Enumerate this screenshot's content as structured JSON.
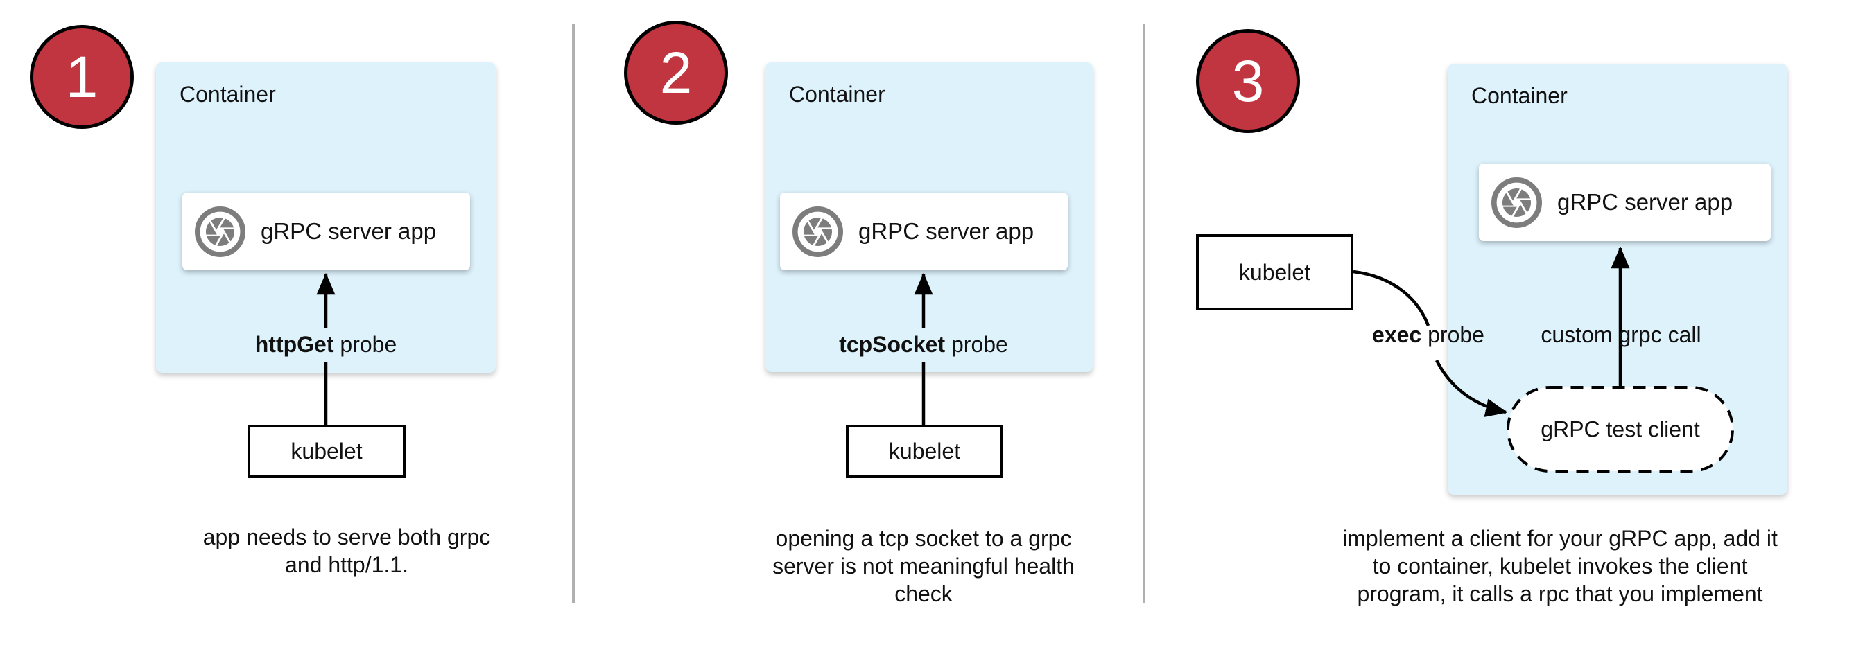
{
  "diagram_title": "gRPC health check probe options",
  "colors": {
    "badge_fill": "#c13540",
    "badge_text": "#ffffff",
    "container_fill": "#def2fc",
    "app_box_fill": "#ffffff",
    "icon_gray": "#7d7d7d",
    "divider_gray": "#b0b0b0",
    "line_black": "#000000"
  },
  "panels": [
    {
      "badge": "1",
      "container_label": "Container",
      "app_box": {
        "icon": "camera-aperture-icon",
        "label": "gRPC server app"
      },
      "probe_bold": "httpGet",
      "probe_rest": " probe",
      "kubelet_label": "kubelet",
      "caption_lines": [
        "app needs to serve both grpc",
        "and http/1.1."
      ]
    },
    {
      "badge": "2",
      "container_label": "Container",
      "app_box": {
        "icon": "camera-aperture-icon",
        "label": "gRPC server app"
      },
      "probe_bold": "tcpSocket",
      "probe_rest": " probe",
      "kubelet_label": "kubelet",
      "caption_lines": [
        "opening a tcp socket to a grpc",
        "server is not meaningful health",
        "check"
      ]
    },
    {
      "badge": "3",
      "container_label": "Container",
      "app_box": {
        "icon": "camera-aperture-icon",
        "label": "gRPC server app"
      },
      "probe_bold": "exec",
      "probe_rest": " probe",
      "kubelet_label": "kubelet",
      "grpc_call_label": "custom grpc call",
      "test_client_label": "gRPC test client",
      "caption_lines": [
        "implement a client for your gRPC app, add it",
        "to container, kubelet invokes the client",
        "program, it calls a rpc that you implement"
      ]
    }
  ]
}
